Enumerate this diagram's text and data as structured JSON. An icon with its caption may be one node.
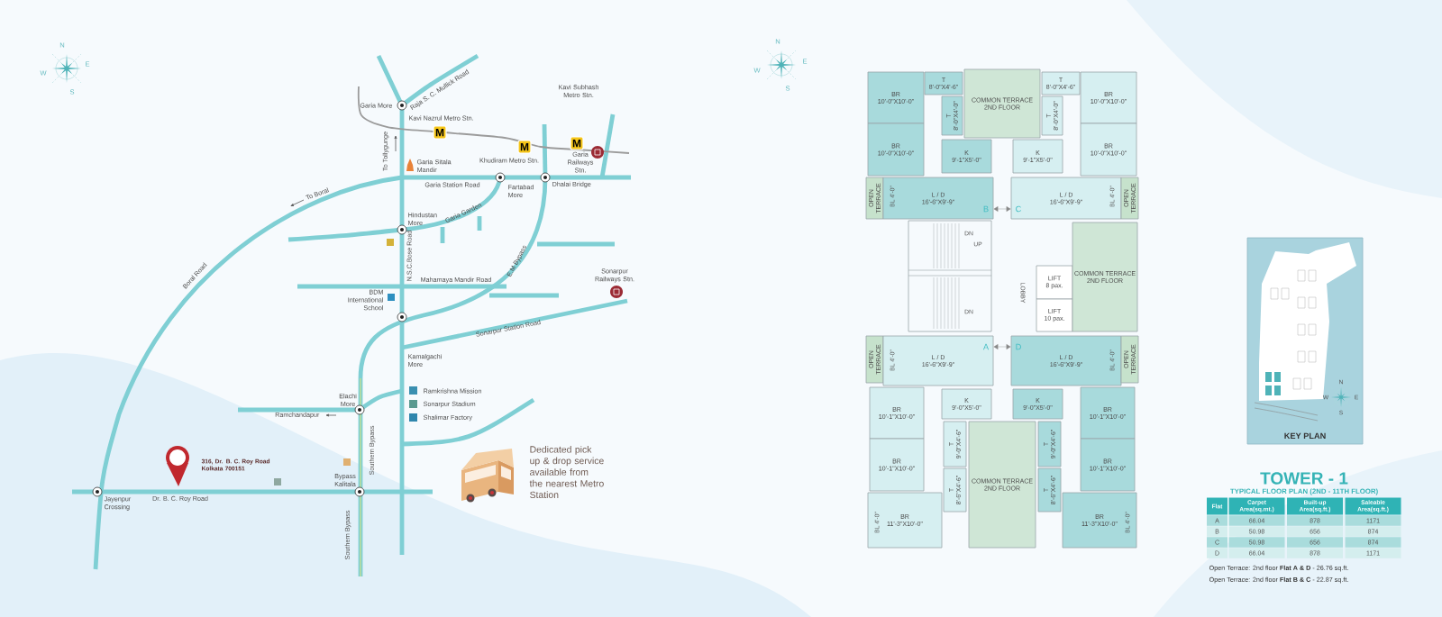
{
  "diagram": {
    "nodes": [
      {
        "text": [
          "M"
        ],
        "beside": [
          "Kavi Nazrul Metro Stn."
        ]
      },
      {
        "text": [
          "M"
        ],
        "beside": [
          "Khudiram Metro Stn."
        ]
      },
      {
        "text": [
          "M"
        ]
      },
      {
        "text": [
          "BR",
          "10'-0\"X10'-0\""
        ]
      },
      {
        "text": [
          "T",
          "8'-0\"X4'-6\""
        ]
      },
      {
        "text": [
          "T",
          "8'-0\"X4'-0\""
        ]
      },
      {
        "text": [
          "BR",
          "10'-0\"X10'-0\""
        ]
      },
      {
        "text": [
          "K",
          "9'-1\"X5'-0\""
        ]
      },
      {
        "text": [
          "OPEN TERRACE"
        ]
      },
      {
        "text": [
          "L / D",
          "16'-6\"X9'-9\""
        ]
      },
      {
        "text": [
          "COMMON TERRACE",
          "2ND FLOOR"
        ]
      },
      {
        "text": [
          "T",
          "8'-0\"X4'-6\""
        ]
      },
      {
        "text": [
          "BR",
          "10'-0\"X10'-0\""
        ]
      },
      {
        "text": [
          "T",
          "8'-0\"X4'-0\""
        ]
      },
      {
        "text": [
          "K",
          "9'-1\"X5'-0\""
        ]
      },
      {
        "text": [
          "BR",
          "10'-0\"X10'-0\""
        ]
      },
      {
        "text": [
          "L / D",
          "16'-6\"X9'-9\""
        ]
      },
      {
        "text": [
          "OPEN TERRACE"
        ]
      },
      {
        "text": [
          "LIFT",
          "8 pax."
        ]
      },
      {
        "text": [
          "LIFT",
          "10 pax."
        ]
      },
      {
        "text": [
          "COMMON TERRACE",
          "2ND FLOOR"
        ]
      },
      {
        "text": [
          "OPEN TERRACE"
        ]
      },
      {
        "text": [
          "L / D",
          "16'-6\"X9'-9\""
        ]
      },
      {
        "text": [
          "BR",
          "10'-1\"X10'-0\""
        ]
      },
      {
        "text": [
          "K",
          "9'-0\"X5'-0\""
        ]
      },
      {
        "text": [
          "T",
          "9'-0\"X4'-6\""
        ]
      },
      {
        "text": [
          "BR",
          "10'-1\"X10'-0\""
        ]
      },
      {
        "text": [
          "T",
          "8'-6\"X4'-6\""
        ]
      },
      {
        "text": [
          "BR",
          "11'-3\"X10'-0\""
        ]
      },
      {
        "text": [
          "COMMON TERRACE",
          "2ND FLOOR"
        ]
      },
      {
        "text": [
          "L / D",
          "16'-6\"X9'-9\""
        ]
      },
      {
        "text": [
          "OPEN TERRACE"
        ]
      },
      {
        "text": [
          "K",
          "9'-0\"X5'-0\""
        ]
      },
      {
        "text": [
          "BR",
          "10'-1\"X10'-0\""
        ]
      },
      {
        "text": [
          "T",
          "9'-0\"X4'-6\""
        ]
      },
      {
        "text": [
          "BR",
          "10'-1\"X10'-0\""
        ]
      },
      {
        "text": [
          "T",
          "8'-6\"X4'-6\""
        ]
      },
      {
        "text": [
          "BR",
          "11'-3\"X10'-0\""
        ]
      },
      {
        "text": [
          "KEY PLAN"
        ]
      }
    ],
    "labels": [
      "N",
      "E",
      "S",
      "W",
      "Raja S. C. Mullick Road",
      "Garia More",
      "Kavi Subhash Metro Stn.",
      "To Tollygunge",
      "Garia Railways Stn.",
      "Garia Sitala Mandir",
      "To Boral",
      "Garia Station Road",
      "Fartabad More",
      "Dhalai Bridge",
      "Hindustan More",
      "Garia Garden",
      "Boral Road",
      "N.S.C.Bose Road",
      "E.M Bypass",
      "Mahamaya Mandir Road",
      "Sonarpur Railways Stn.",
      "BDM International School",
      "Sonarpur Station Road",
      "Kamalgachi More",
      "Elachi More",
      "Ramchandapur",
      "Southern Bypass",
      "316, Dr. B. C. Roy Road Kolkata 700151",
      "Bypass Kalitala",
      "Dedicated pick up & drop service available from the nearest Metro Station",
      "Jayenpur Crossing",
      "Dr. B. C. Roy Road",
      "Southern Bypass",
      "N",
      "E",
      "S",
      "W",
      "B",
      "C",
      "DN",
      "UP",
      "LOBBY",
      "DN",
      "A",
      "D",
      "BL 4'-0\"",
      "BL 4'-0\"",
      "BL 4'-0\"",
      "BL 4'-0\"",
      "BL 4'-0\"",
      "BL 4'-0\"",
      "N",
      "E",
      "S",
      "W",
      "TOWER - 1",
      "TYPICAL FLOOR PLAN (2ND - 11TH FLOOR)",
      "Flat",
      "Carpet Area(sq.mt.)",
      "Built-up Area(sq.ft.)",
      "Saleable Area(sq.ft.)",
      "A",
      "66.04",
      "878",
      "1171",
      "B",
      "50.98",
      "656",
      "874",
      "C",
      "50.98",
      "656",
      "874",
      "D",
      "66.04",
      "878",
      "1171",
      "Open Terrace: 2nd floor **Flat A & D** - 26.76 sq.ft.",
      "Open Terrace: 2nd floor **Flat B & C** - 22.87 sq.ft."
    ],
    "edges": [
      {
        "from": 9,
        "to": 16,
        "arrow": "both"
      },
      {
        "from": 22,
        "to": 30,
        "arrow": "both"
      }
    ],
    "legend": [
      {
        "text": "Ramkrishna Mission",
        "color": "#3a8fb0"
      },
      {
        "text": "Sonarpur Stadium",
        "color": "#5a9a90"
      },
      {
        "text": "Shalimar Factory",
        "color": "#2f86ad"
      }
    ]
  }
}
